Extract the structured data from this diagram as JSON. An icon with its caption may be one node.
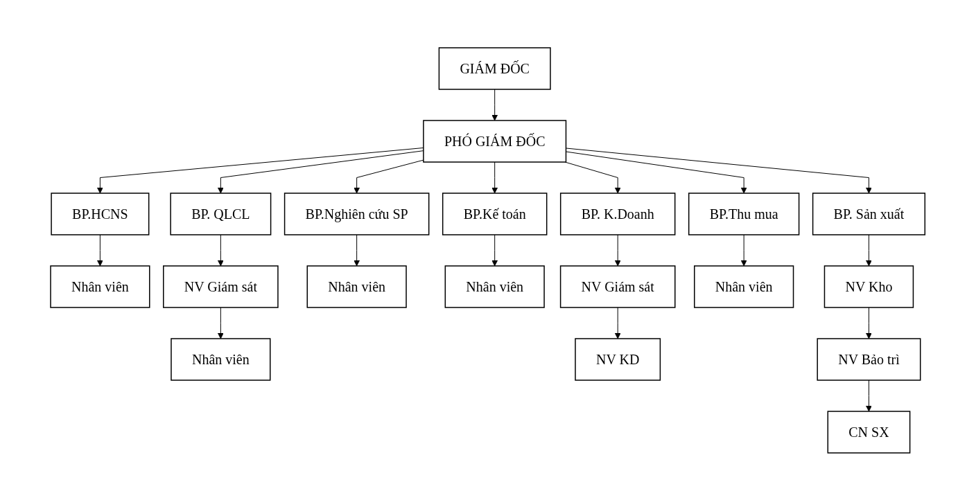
{
  "diagram": {
    "nodes": [
      {
        "text": [
          "GIÁM ĐỐC"
        ]
      },
      {
        "text": [
          "PHÓ GIÁM ĐỐC"
        ]
      },
      {
        "text": [
          "BP.HCNS"
        ]
      },
      {
        "text": [
          "BP. QLCL"
        ]
      },
      {
        "text": [
          "BP.Nghiên cứu SP"
        ]
      },
      {
        "text": [
          "BP.Kế toán"
        ]
      },
      {
        "text": [
          "BP. K.Doanh"
        ]
      },
      {
        "text": [
          "BP.Thu mua"
        ]
      },
      {
        "text": [
          "BP. Sản xuất"
        ]
      },
      {
        "text": [
          "Nhân viên"
        ]
      },
      {
        "text": [
          "NV Giám sát"
        ]
      },
      {
        "text": [
          "Nhân viên"
        ]
      },
      {
        "text": [
          "Nhân viên"
        ]
      },
      {
        "text": [
          "NV Giám sát"
        ]
      },
      {
        "text": [
          "Nhân viên"
        ]
      },
      {
        "text": [
          "NV Kho"
        ]
      },
      {
        "text": [
          "Nhân viên"
        ]
      },
      {
        "text": [
          "NV KD"
        ]
      },
      {
        "text": [
          "NV Bảo trì"
        ]
      },
      {
        "text": [
          "CN SX"
        ]
      }
    ],
    "edges": [
      {
        "from": 0,
        "to": 1,
        "arrow": "to"
      },
      {
        "from": 1,
        "to": 2,
        "arrow": "to"
      },
      {
        "from": 1,
        "to": 3,
        "arrow": "to"
      },
      {
        "from": 1,
        "to": 4,
        "arrow": "to"
      },
      {
        "from": 1,
        "to": 5,
        "arrow": "to"
      },
      {
        "from": 1,
        "to": 6,
        "arrow": "to"
      },
      {
        "from": 1,
        "to": 7,
        "arrow": "to"
      },
      {
        "from": 1,
        "to": 8,
        "arrow": "to"
      },
      {
        "from": 2,
        "to": 9,
        "arrow": "to"
      },
      {
        "from": 3,
        "to": 10,
        "arrow": "to"
      },
      {
        "from": 4,
        "to": 11,
        "arrow": "to"
      },
      {
        "from": 5,
        "to": 12,
        "arrow": "to"
      },
      {
        "from": 6,
        "to": 13,
        "arrow": "to"
      },
      {
        "from": 7,
        "to": 14,
        "arrow": "to"
      },
      {
        "from": 8,
        "to": 15,
        "arrow": "to"
      },
      {
        "from": 10,
        "to": 16,
        "arrow": "to"
      },
      {
        "from": 13,
        "to": 17,
        "arrow": "to"
      },
      {
        "from": 15,
        "to": 18,
        "arrow": "to"
      },
      {
        "from": 18,
        "to": 19,
        "arrow": "to"
      }
    ]
  }
}
